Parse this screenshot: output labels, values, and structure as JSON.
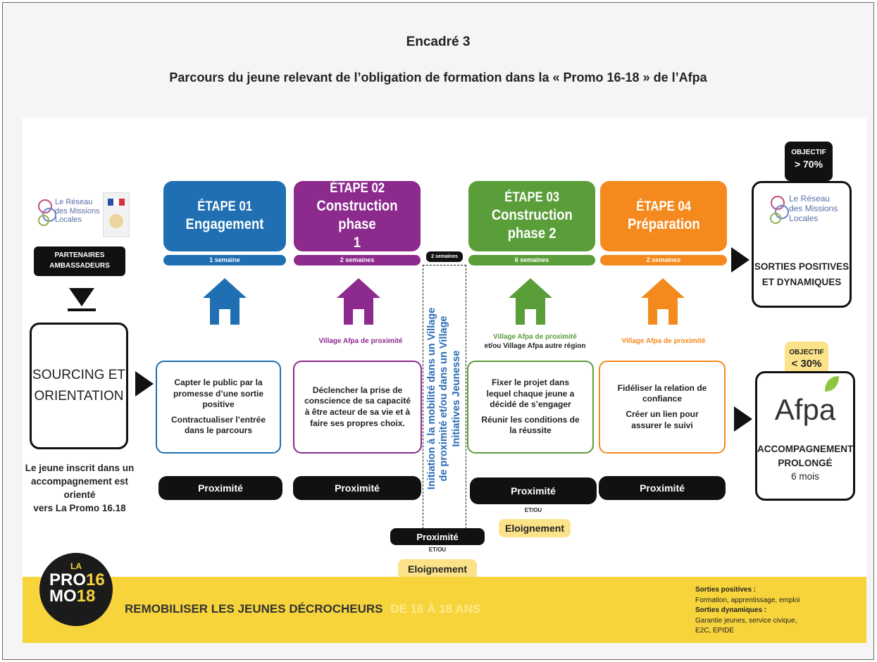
{
  "header": {
    "title": "Encadré  3",
    "subtitle": "Parcours du jeune relevant de l’obligation de formation dans la « Promo 16-18 » de l’Afpa"
  },
  "left": {
    "logo_line1": "Le Réseau",
    "logo_line2": "des Missions",
    "logo_line3": "Locales",
    "partners_line1": "PARTENAIRES",
    "partners_line2": "AMBASSADEURS",
    "sourcing_line1": "SOURCING ET",
    "sourcing_line2": "ORIENTATION",
    "note_line1": "Le jeune inscrit dans un",
    "note_line2": "accompagnement est",
    "note_line3": "orienté",
    "note_line4": "vers La Promo 16.18"
  },
  "stages": [
    {
      "line1": "ÉTAPE 01",
      "line2": "Engagement",
      "line3": "",
      "duration": "1 semaine",
      "color": "#1f6fb2",
      "village": "",
      "desc1": "Capter le public par la promesse d’une sortie positive",
      "desc2": "Contractualiser l’entrée dans le parcours",
      "prox": "Proximité"
    },
    {
      "line1": "ÉTAPE 02",
      "line2": "Construction phase",
      "line3": "1",
      "duration": "2 semaines",
      "color": "#8c2a8e",
      "village": "Village Afpa de proximité",
      "desc1": "Déclencher la prise de conscience de sa capacité à être acteur de sa vie et à faire ses propres choix.",
      "desc2": "",
      "prox": "Proximité"
    },
    {
      "line1": "ÉTAPE 03",
      "line2": "Construction",
      "line3": "phase 2",
      "duration": "6 semaines",
      "color": "#5a9e3a",
      "village": "Village Afpa de proximité",
      "village2": "et/ou Village Afpa autre région",
      "desc1": "Fixer le projet dans lequel chaque jeune a décidé de s’engager",
      "desc2": "Réunir les conditions de la réussite",
      "prox": "Proximité",
      "etou": "ET/OU",
      "eloi": "Eloignement"
    },
    {
      "line1": "ÉTAPE 04",
      "line2": "Préparation",
      "line3": "",
      "duration": "2 semaines",
      "color": "#f48a1e",
      "village": "Village Afpa de proximité",
      "desc1": "Fidéliser la relation de confiance",
      "desc2": "Créer  un lien pour assurer le suivi",
      "prox": "Proximité"
    }
  ],
  "middle": {
    "duration": "2 semaines",
    "vertical_line1": "Initiation à la mobilité dans un Village",
    "vertical_line2": "de proximité et/ou dans un Village",
    "vertical_line3": "Initiatives Jeunesse",
    "prox": "Proximité",
    "etou": "ET/OU",
    "eloi": "Eloignement"
  },
  "right": {
    "obj1_label": "OBJECTIF",
    "obj1_value": "> 70%",
    "logo_line1": "Le Réseau",
    "logo_line2": "des Missions",
    "logo_line3": "Locales",
    "exits_line1": "SORTIES POSITIVES",
    "exits_line2": "ET DYNAMIQUES",
    "obj2_label": "OBJECTIF",
    "obj2_value": "< 30%",
    "afpa": "Afpa",
    "acc_line1": "ACCOMPAGNEMENT",
    "acc_line2": "PROLONGÉ",
    "acc_line3": "6 mois"
  },
  "footer": {
    "badge_la": "LA",
    "badge_pro": "PRO",
    "badge_mo": "MO",
    "badge_16": "16",
    "badge_18": "18",
    "slogan": "REMOBILISER LES JEUNES DÉCROCHEURS",
    "slogan_faded": "DE 16 À 18 ANS",
    "legend_h1": "Sorties positives :",
    "legend_t1": "Formation, apprentissage, emploi",
    "legend_h2": "Sorties dynamiques :",
    "legend_t2": "Garantie jeunes, service civique,",
    "legend_t3": "E2C, EPIDE"
  },
  "colors": {
    "blue": "#1f6fb2",
    "purple": "#8c2a8e",
    "green": "#5a9e3a",
    "orange": "#f48a1e",
    "yellow": "#f7d43c",
    "black": "#111111"
  },
  "icons": [
    "house-icon",
    "arrow-right-icon",
    "arrow-down-icon",
    "flag-logo",
    "leaf-icon"
  ]
}
